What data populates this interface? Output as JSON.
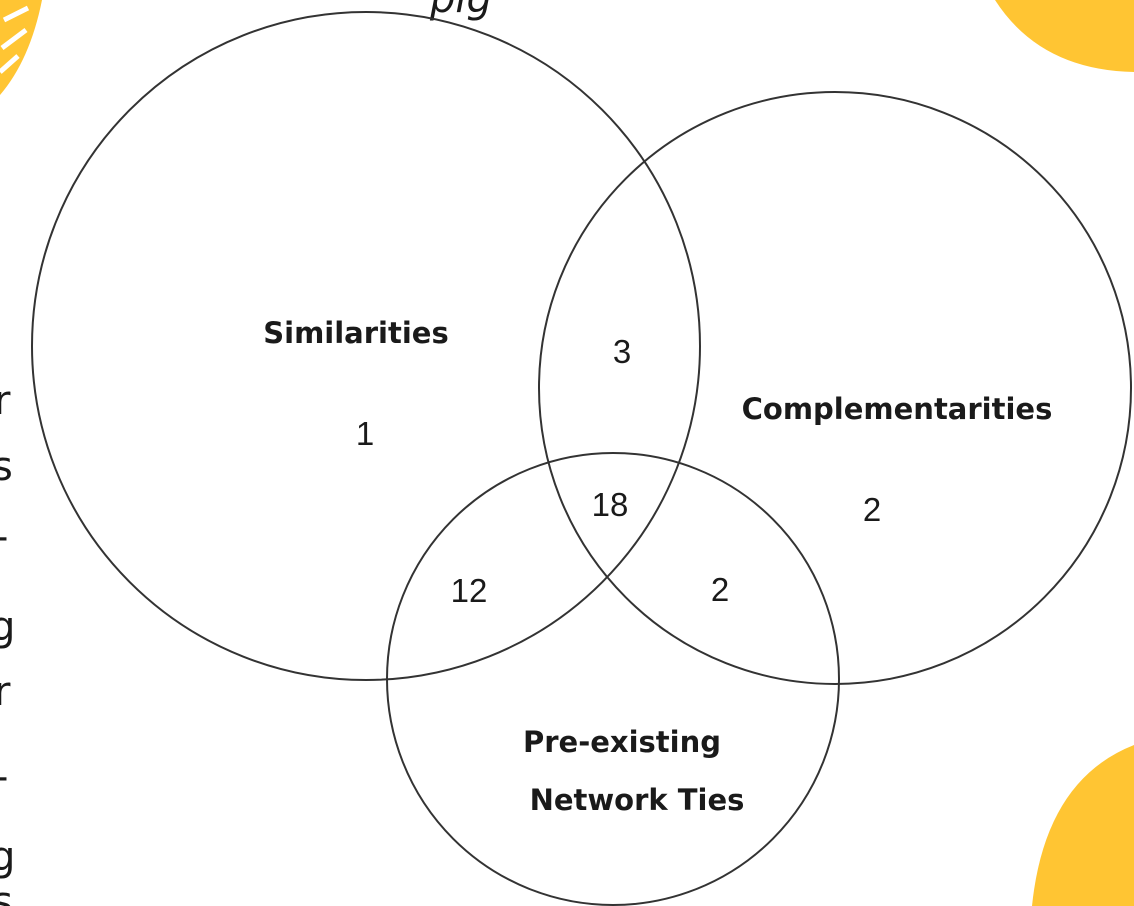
{
  "colors": {
    "accent_yellow": "#FFC533",
    "outline": "#333333",
    "text": "#1A1A1A",
    "background": "#FFFFFF"
  },
  "header_fragment": "pig",
  "sets": {
    "similarities": {
      "label": "Similarities"
    },
    "complementarities": {
      "label": "Complementarities"
    },
    "network_ties": {
      "label_line1": "Pre-existing",
      "label_line2": "Network Ties"
    }
  },
  "regions": {
    "similarities_only": "1",
    "complementarities_only": "2",
    "similarities_and_complementarities": "3",
    "similarities_and_network": "12",
    "complementarities_and_network": "2",
    "all_three": "18"
  },
  "left_edge_text": [
    "r",
    "s",
    "-",
    "g",
    "r",
    "-",
    "g",
    "s"
  ]
}
